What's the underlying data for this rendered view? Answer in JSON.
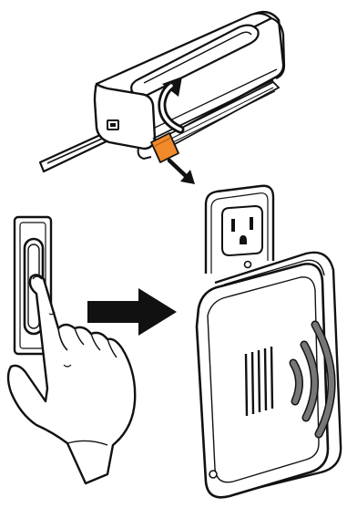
{
  "figure": {
    "panels": [
      {
        "id": "step-remove-tab",
        "icon": "battery-pull-tab-icon"
      },
      {
        "id": "step-press-button",
        "icon": "press-doorbell-icon"
      },
      {
        "id": "step-chime-plugged",
        "icon": "chime-sound-icon"
      }
    ],
    "colors": {
      "line": "#111111",
      "pull_tab": "#f08a2a",
      "sound_waves": "#777777",
      "fill": "#ffffff"
    }
  }
}
